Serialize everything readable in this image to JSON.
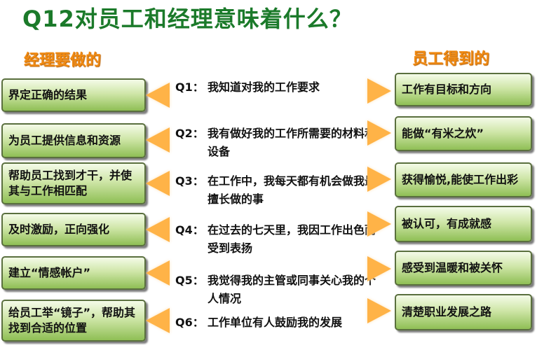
{
  "title": "Q12对员工和经理意味着什么？",
  "left_heading": "经理要做的",
  "right_heading": "员工得到的",
  "manager_actions": [
    "界定正确的结果",
    "为员工提供信息和资源",
    "帮助员工找到才干，并使其与工作相匹配",
    "及时激励，正向强化",
    "建立“情感帐户”",
    "给员工举“镜子”，帮助其找到合适的位置"
  ],
  "questions": [
    {
      "num": "Q1：",
      "text": "我知道对我的工作要求"
    },
    {
      "num": "Q2：",
      "text": "我有做好我的工作所需要的材料和设备"
    },
    {
      "num": "Q3：",
      "text": "在工作中，我每天都有机会做我最擅长做的事"
    },
    {
      "num": "Q4：",
      "text": "在过去的七天里，我因工作出色而受到表扬"
    },
    {
      "num": "Q5：",
      "text": "我觉得我的主管或同事关心我的个人情况"
    },
    {
      "num": "Q6：",
      "text": "工作单位有人鼓励我的发展"
    }
  ],
  "employee_gains": [
    "工作有目标和方向",
    "能做“有米之炊”",
    "获得愉悦,能使工作出彩",
    "被认可，有成就感",
    "感受到温暖和被关怀",
    "清楚职业发展之路"
  ]
}
